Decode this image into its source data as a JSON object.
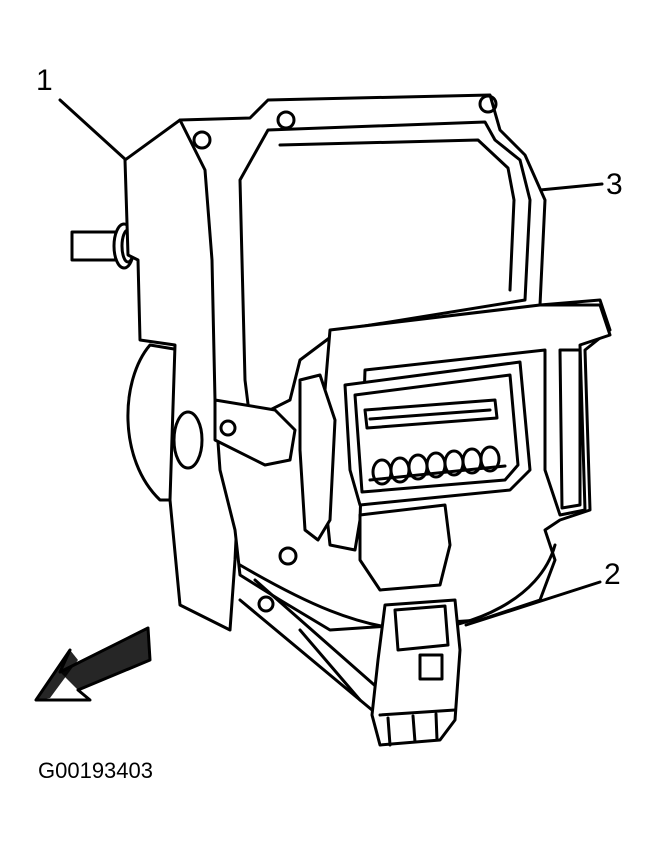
{
  "diagram": {
    "callouts": [
      {
        "id": "1",
        "text": "1"
      },
      {
        "id": "2",
        "text": "2"
      },
      {
        "id": "3",
        "text": "3"
      }
    ],
    "figure_id": "G00193403"
  },
  "colors": {
    "line": "#000000",
    "background": "#ffffff"
  },
  "icons": [
    "direction-arrow-icon"
  ]
}
